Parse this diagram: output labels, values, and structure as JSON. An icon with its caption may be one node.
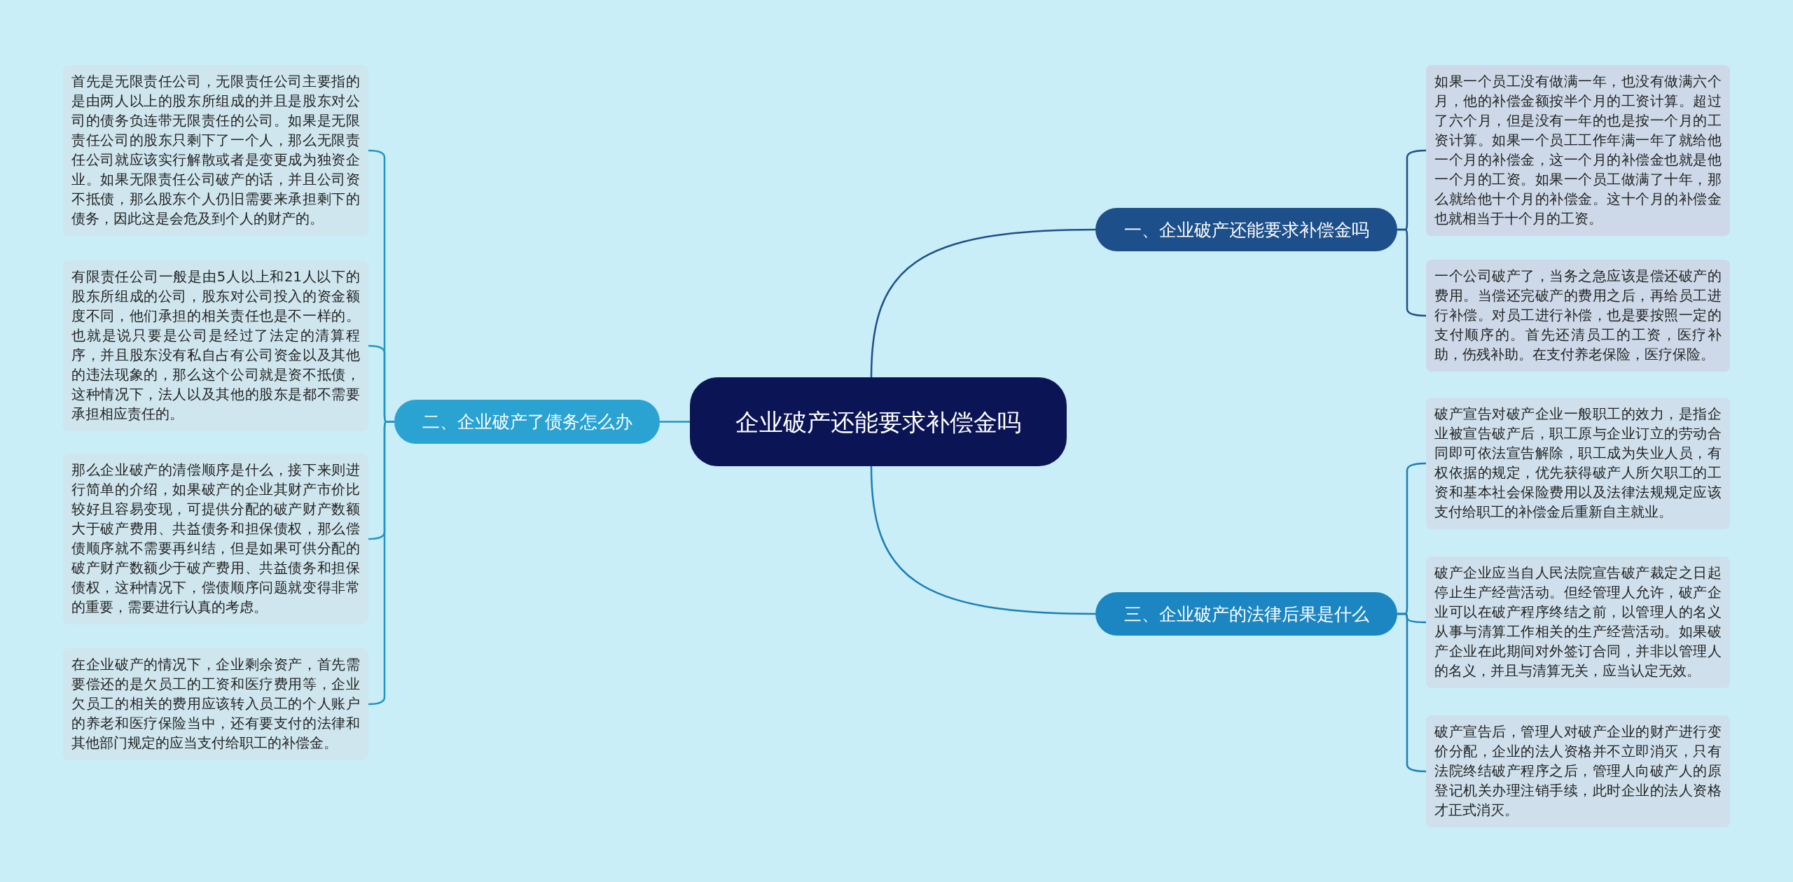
{
  "diagram": {
    "nodes": [
      {
        "text": [
          "企业破产还能要求补偿金吗"
        ]
      },
      {
        "text": [
          "一、企业破产还能要求补偿金吗"
        ]
      },
      {
        "text": [
          "二、企业破产了债务怎么办"
        ]
      },
      {
        "text": [
          "三、企业破产的法律后果是什么"
        ]
      },
      {
        "text": [
          "首先是无限责任公司，无限责任公司主要指的是由两人以上的股东所组成的并且是股东对公司的债务负连带无限责任的公司。如果是无限责任公司的股东只剩下了一个人，那么无限责任公司就应该实行解散或者是变更成为独资企业。如果无限责任公司破产的话，并且公司资不抵债，那么股东个人仍旧需要来承担剩下的债务，因此这是会危及到个人的财产的。"
        ]
      },
      {
        "text": [
          "有限责任公司一般是由5人以上和21人以下的股东所组成的公司，股东对公司投入的资金额度不同，他们承担的相关责任也是不一样的。也就是说只要是公司是经过了法定的清算程序，并且股东没有私自占有公司资金以及其他的违法现象的，那么这个公司就是资不抵债，这种情况下，法人以及其他的股东是都不需要承担相应责任的。"
        ]
      },
      {
        "text": [
          "那么企业破产的清偿顺序是什么，接下来则进行简单的介绍，如果破产的企业其财产市价比较好且容易变现，可提供分配的破产财产数额大于破产费用、共益债务和担保债权，那么偿债顺序就不需要再纠结，但是如果可供分配的破产财产数额少于破产费用、共益债务和担保债权，这种情况下，偿债顺序问题就变得非常的重要，需要进行认真的考虑。"
        ]
      },
      {
        "text": [
          "在企业破产的情况下，企业剩余资产，首先需要偿还的是欠员工的工资和医疗费用等，企业欠员工的相关的费用应该转入员工的个人账户的养老和医疗保险当中，还有要支付的法律和其他部门规定的应当支付给职工的补偿金。"
        ]
      },
      {
        "text": [
          "如果一个员工没有做满一年，也没有做满六个月，他的补偿金额按半个月的工资计算。超过了六个月，但是没有一年的也是按一个月的工资计算。如果一个员工工作年满一年了就给他一个月的补偿金，这一个月的补偿金也就是他一个月的工资。如果一个员工做满了十年，那么就给他十个月的补偿金。这十个月的补偿金也就相当于十个月的工资。"
        ]
      },
      {
        "text": [
          "一个公司破产了，当务之急应该是偿还破产的费用。当偿还完破产的费用之后，再给员工进行补偿。对员工进行补偿，也是要按照一定的支付顺序的。首先还清员工的工资，医疗补助，伤残补助。在支付养老保险，医疗保险。"
        ]
      },
      {
        "text": [
          "破产宣告对破产企业一般职工的效力，是指企业被宣告破产后，职工原与企业订立的劳动合同即可依法宣告解除，职工成为失业人员，有权依据的规定，优先获得破产人所欠职工的工资和基本社会保险费用以及法律法规规定应该支付给职工的补偿金后重新自主就业。"
        ]
      },
      {
        "text": [
          "破产企业应当自人民法院宣告破产裁定之日起停止生产经营活动。但经管理人允许，破产企业可以在破产程序终结之前，以管理人的名义从事与清算工作相关的生产经营活动。如果破产企业在此期间对外签订合同，并非以管理人的名义，并且与清算无关，应当认定无效。"
        ]
      },
      {
        "text": [
          "破产宣告后，管理人对破产企业的财产进行变价分配，企业的法人资格并不立即消灭，只有法院终结破产程序之后，管理人向破产人的原登记机关办理注销手续，此时企业的法人资格才正式消灭。"
        ]
      }
    ],
    "edges": [
      {
        "from": 0,
        "to": 1,
        "arrow": "none",
        "color": "#1d4f8a"
      },
      {
        "from": 0,
        "to": 2,
        "arrow": "none"
      },
      {
        "from": 0,
        "to": 3,
        "arrow": "none",
        "color": "#1b7fb5"
      },
      {
        "from": 2,
        "to": 4,
        "arrow": "none"
      },
      {
        "from": 2,
        "to": 5,
        "arrow": "none"
      },
      {
        "from": 2,
        "to": 6,
        "arrow": "none"
      },
      {
        "from": 2,
        "to": 7,
        "arrow": "none"
      },
      {
        "from": 1,
        "to": 8,
        "arrow": "none",
        "color": "#1d4f8a"
      },
      {
        "from": 1,
        "to": 9,
        "arrow": "none",
        "color": "#1d4f8a"
      },
      {
        "from": 3,
        "to": 10,
        "arrow": "none",
        "color": "#1b7fb5"
      },
      {
        "from": 3,
        "to": 11,
        "arrow": "none",
        "color": "#1b7fb5"
      },
      {
        "from": 3,
        "to": 12,
        "arrow": "none",
        "color": "#1b7fb5"
      }
    ]
  }
}
